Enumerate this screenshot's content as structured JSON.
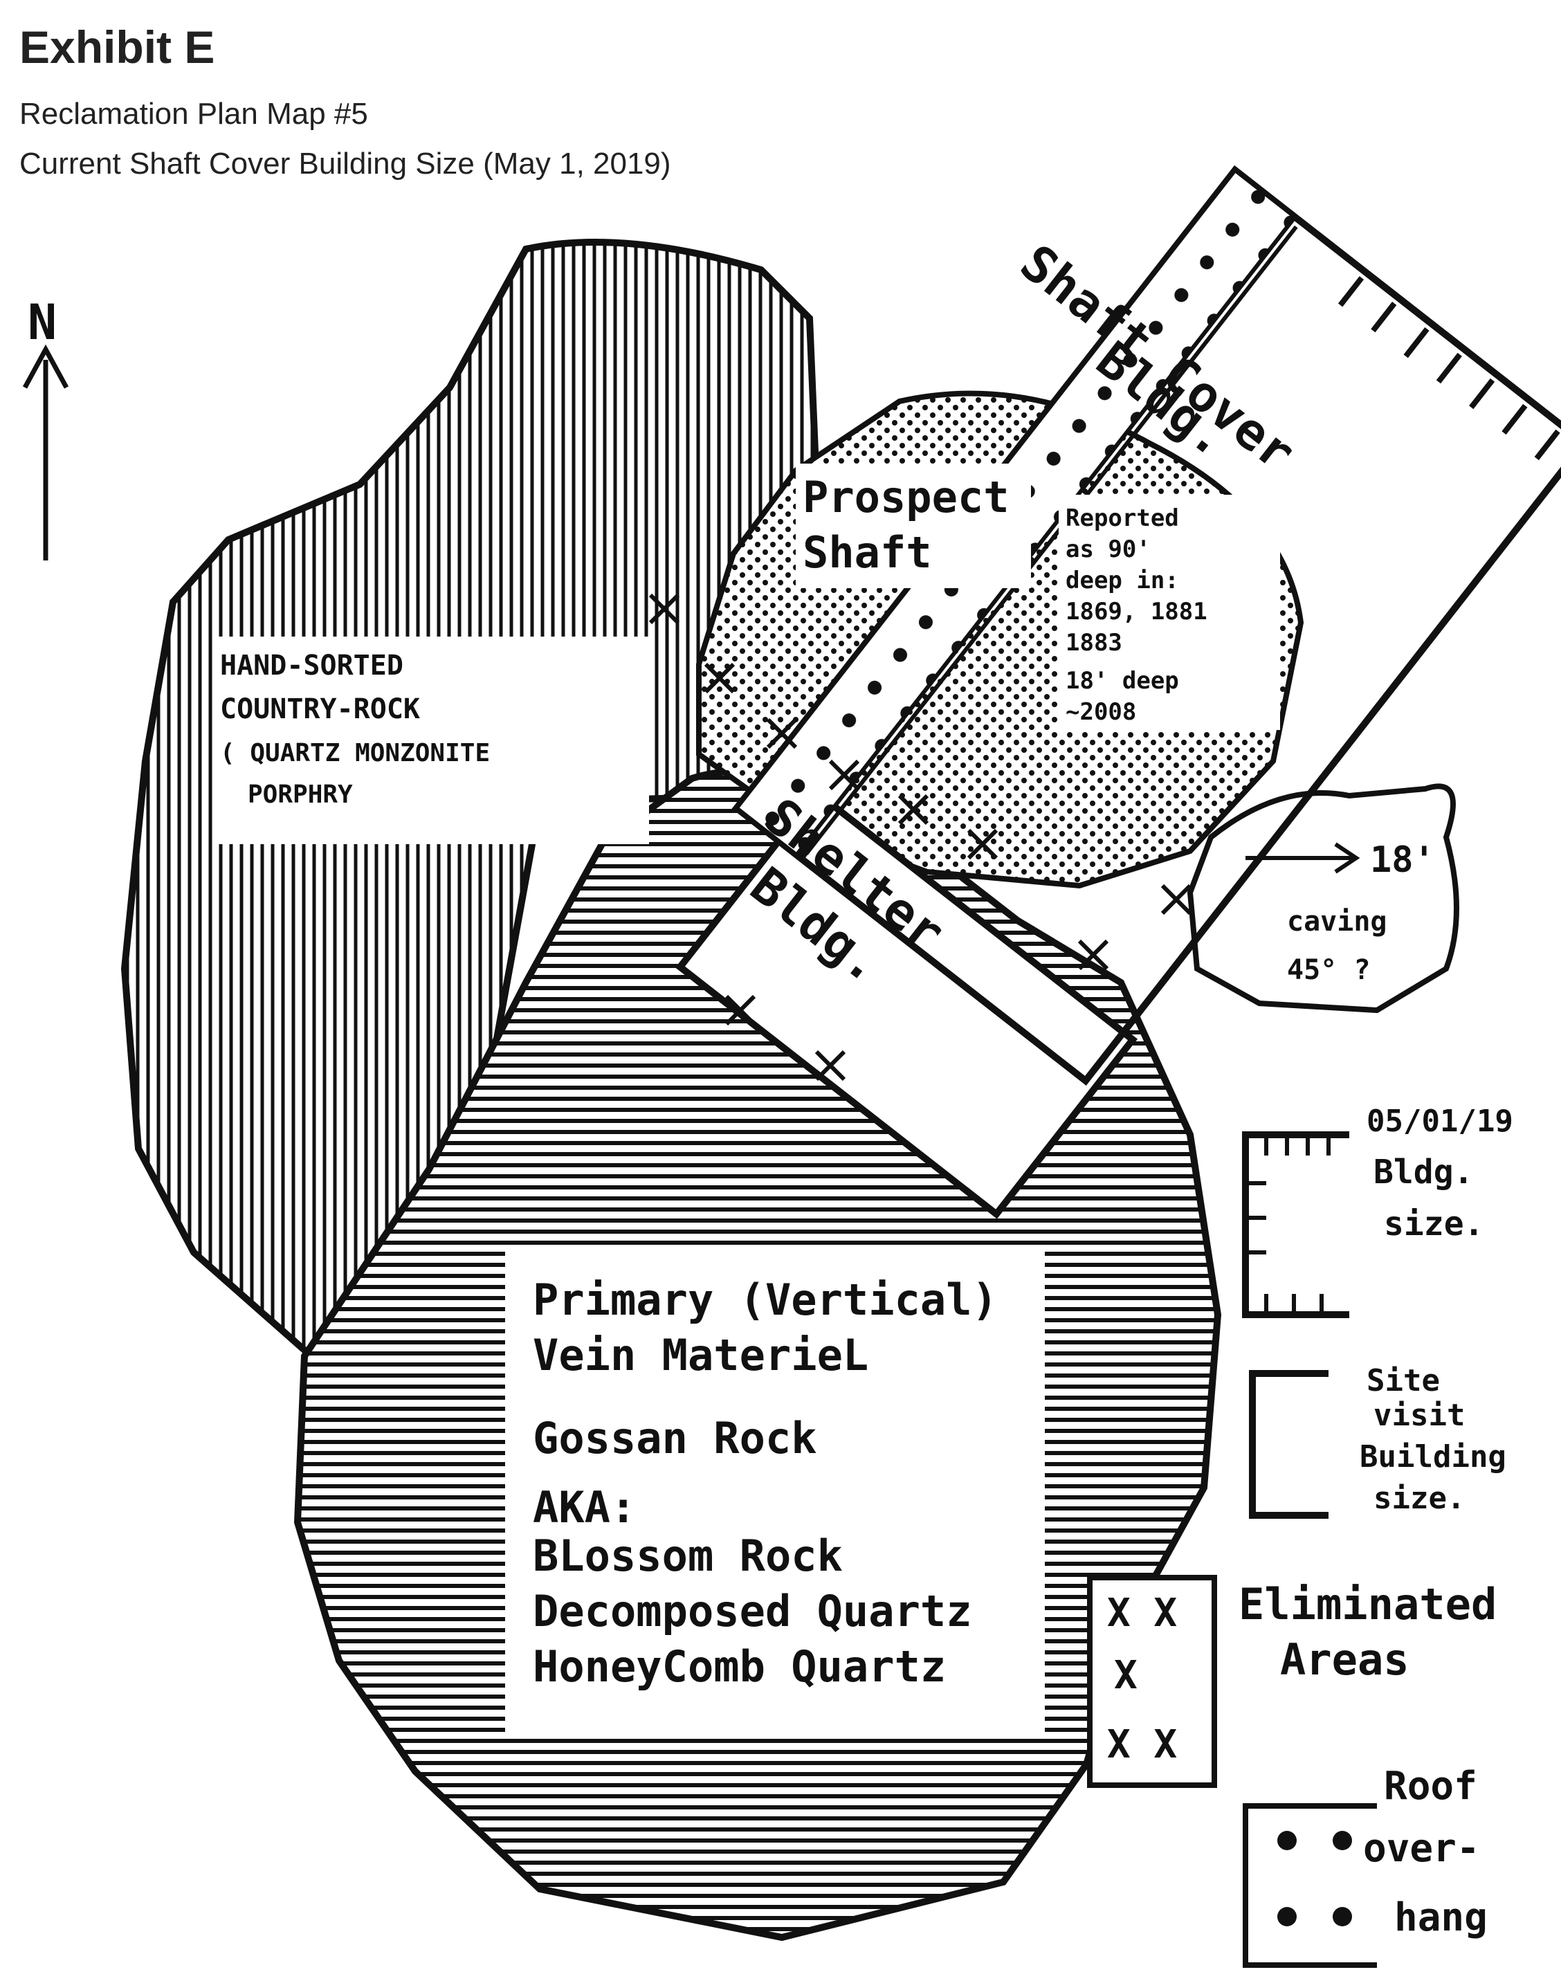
{
  "header": {
    "title": "Exhibit E",
    "subtitle_1": "Reclamation Plan Map #5",
    "subtitle_2": "Current Shaft Cover Building Size (May 1, 2019)"
  },
  "north_arrow": {
    "label": "N"
  },
  "map": {
    "country_rock_label": [
      "HAND-SORTED",
      "COUNTRY-ROCK",
      "( QUARTZ MONZONITE",
      "PORPHRY"
    ],
    "prospect_shaft_label": [
      "Prospect",
      "Shaft"
    ],
    "shaft_note": [
      "Reported",
      "as 90'",
      "deep in:",
      "1869, 1881",
      "1883",
      "18' deep",
      "~2008"
    ],
    "shaft_cover_label": [
      "Shaft Cover",
      "Bldg."
    ],
    "shelter_label": [
      "Shelter",
      "Bldg."
    ],
    "caving_label": [
      "18'",
      "caving",
      "45° ?"
    ],
    "vein_box": [
      "Primary (Vertical)",
      "Vein MaterieL",
      "Gossan Rock",
      "AKA:",
      "BLossom Rock",
      "Decomposed Quartz",
      "HoneyComb Quartz"
    ]
  },
  "legend": {
    "current_building": [
      "05/01/19",
      "Bldg.",
      "size."
    ],
    "site_visit_building": [
      "Site",
      "visit",
      "Building",
      "size."
    ],
    "eliminated_marks": [
      "X X",
      "X",
      "X X"
    ],
    "eliminated_label": [
      "Eliminated",
      "Areas"
    ],
    "roof_overhang": [
      "Roof",
      "over-",
      "hang"
    ]
  }
}
